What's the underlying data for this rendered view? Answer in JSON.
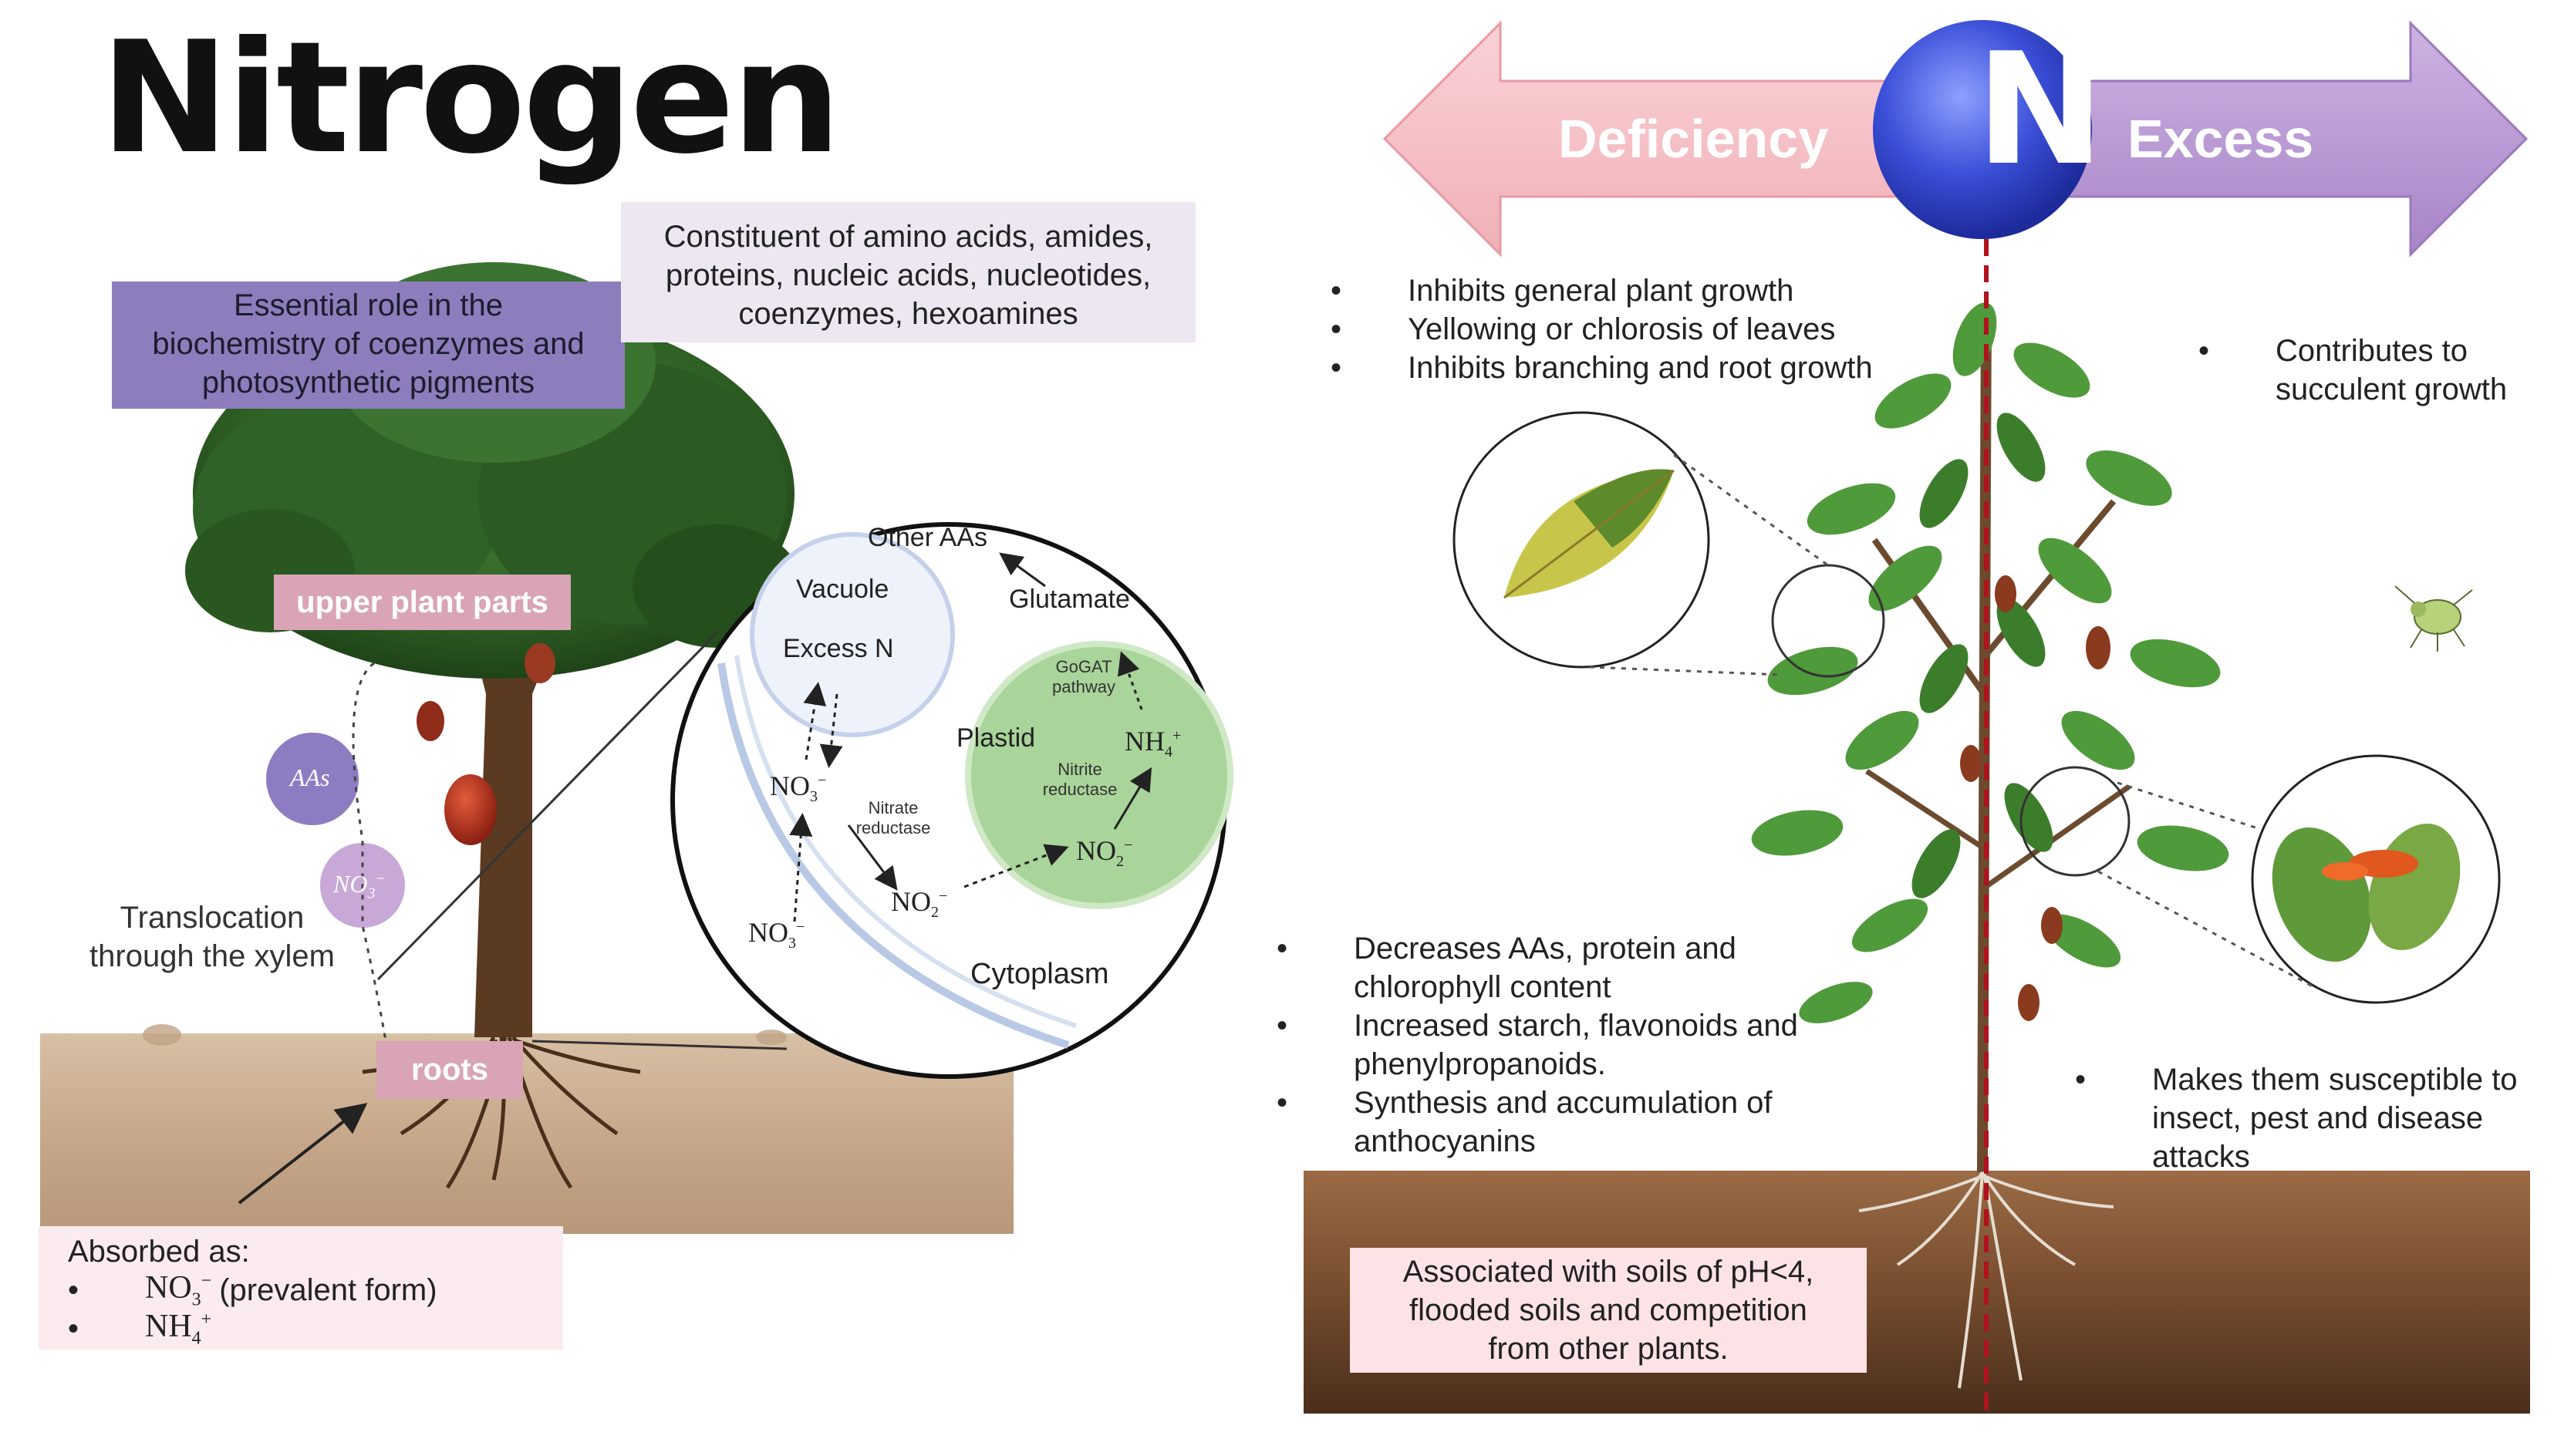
{
  "title": "Nitrogen",
  "left": {
    "box_purple": [
      "Essential role in the",
      "biochemistry of coenzymes and",
      "photosynthetic pigments"
    ],
    "box_lavender": [
      "Constituent of amino acids, amides,",
      "proteins, nucleic acids, nucleotides,",
      "coenzymes, hexoamines"
    ],
    "upper_parts": "upper plant parts",
    "roots": "roots",
    "aas_circle": "AAs",
    "no3_circle": "NO",
    "translocation": [
      "Translocation",
      "through the xylem"
    ],
    "absorbed_title": "Absorbed  as:",
    "absorbed_items": [
      {
        "chem": "NO",
        "note": "(prevalent  form)"
      },
      {
        "chem": "NH",
        "note": ""
      }
    ]
  },
  "cell": {
    "other_aas": "Other AAs",
    "glutamate": "Glutamate",
    "vacuole": "Vacuole",
    "excess_n": "Excess N",
    "gogat": [
      "GoGAT",
      "pathway"
    ],
    "plastid": "Plastid",
    "nh4": "NH",
    "nitrite_reductase": [
      "Nitrite",
      "reductase"
    ],
    "nitrate_reductase": [
      "Nitrate",
      "reductase"
    ],
    "no3": "NO",
    "no2": "NO",
    "cytoplasm": "Cytoplasm"
  },
  "right": {
    "deficiency": "Deficiency",
    "n_letter": "N",
    "excess": "Excess",
    "deficiency_top": [
      "Inhibits general plant growth",
      "Yellowing or chlorosis of leaves",
      "Inhibits branching and root growth"
    ],
    "excess_top": [
      [
        "Contributes to",
        "succulent growth"
      ]
    ],
    "deficiency_bottom": [
      [
        "Decreases AAs, protein and",
        "chlorophyll content"
      ],
      [
        "Increased starch, flavonoids and",
        "phenylpropanoids."
      ],
      [
        "Synthesis and accumulation of",
        "anthocyanins"
      ]
    ],
    "excess_bottom": [
      [
        "Makes them susceptible to",
        "insect, pest and disease",
        "attacks"
      ]
    ],
    "soil_box": [
      "Associated with soils of pH<4,",
      "flooded soils and competition",
      "from other plants."
    ]
  },
  "colors": {
    "deficiency_arrow": "#f5c3c8",
    "excess_arrow": "#b99bd3",
    "n_circle": "#3b4fd8",
    "purple_box": "#8e7dbc",
    "lavender_box": "#ece7f1",
    "pill": "#d9a4b5",
    "plastid": "#a9d49a",
    "vacuole": "#e8edf8",
    "soil": "#c7a88a",
    "dashed_line": "#b0121e"
  }
}
